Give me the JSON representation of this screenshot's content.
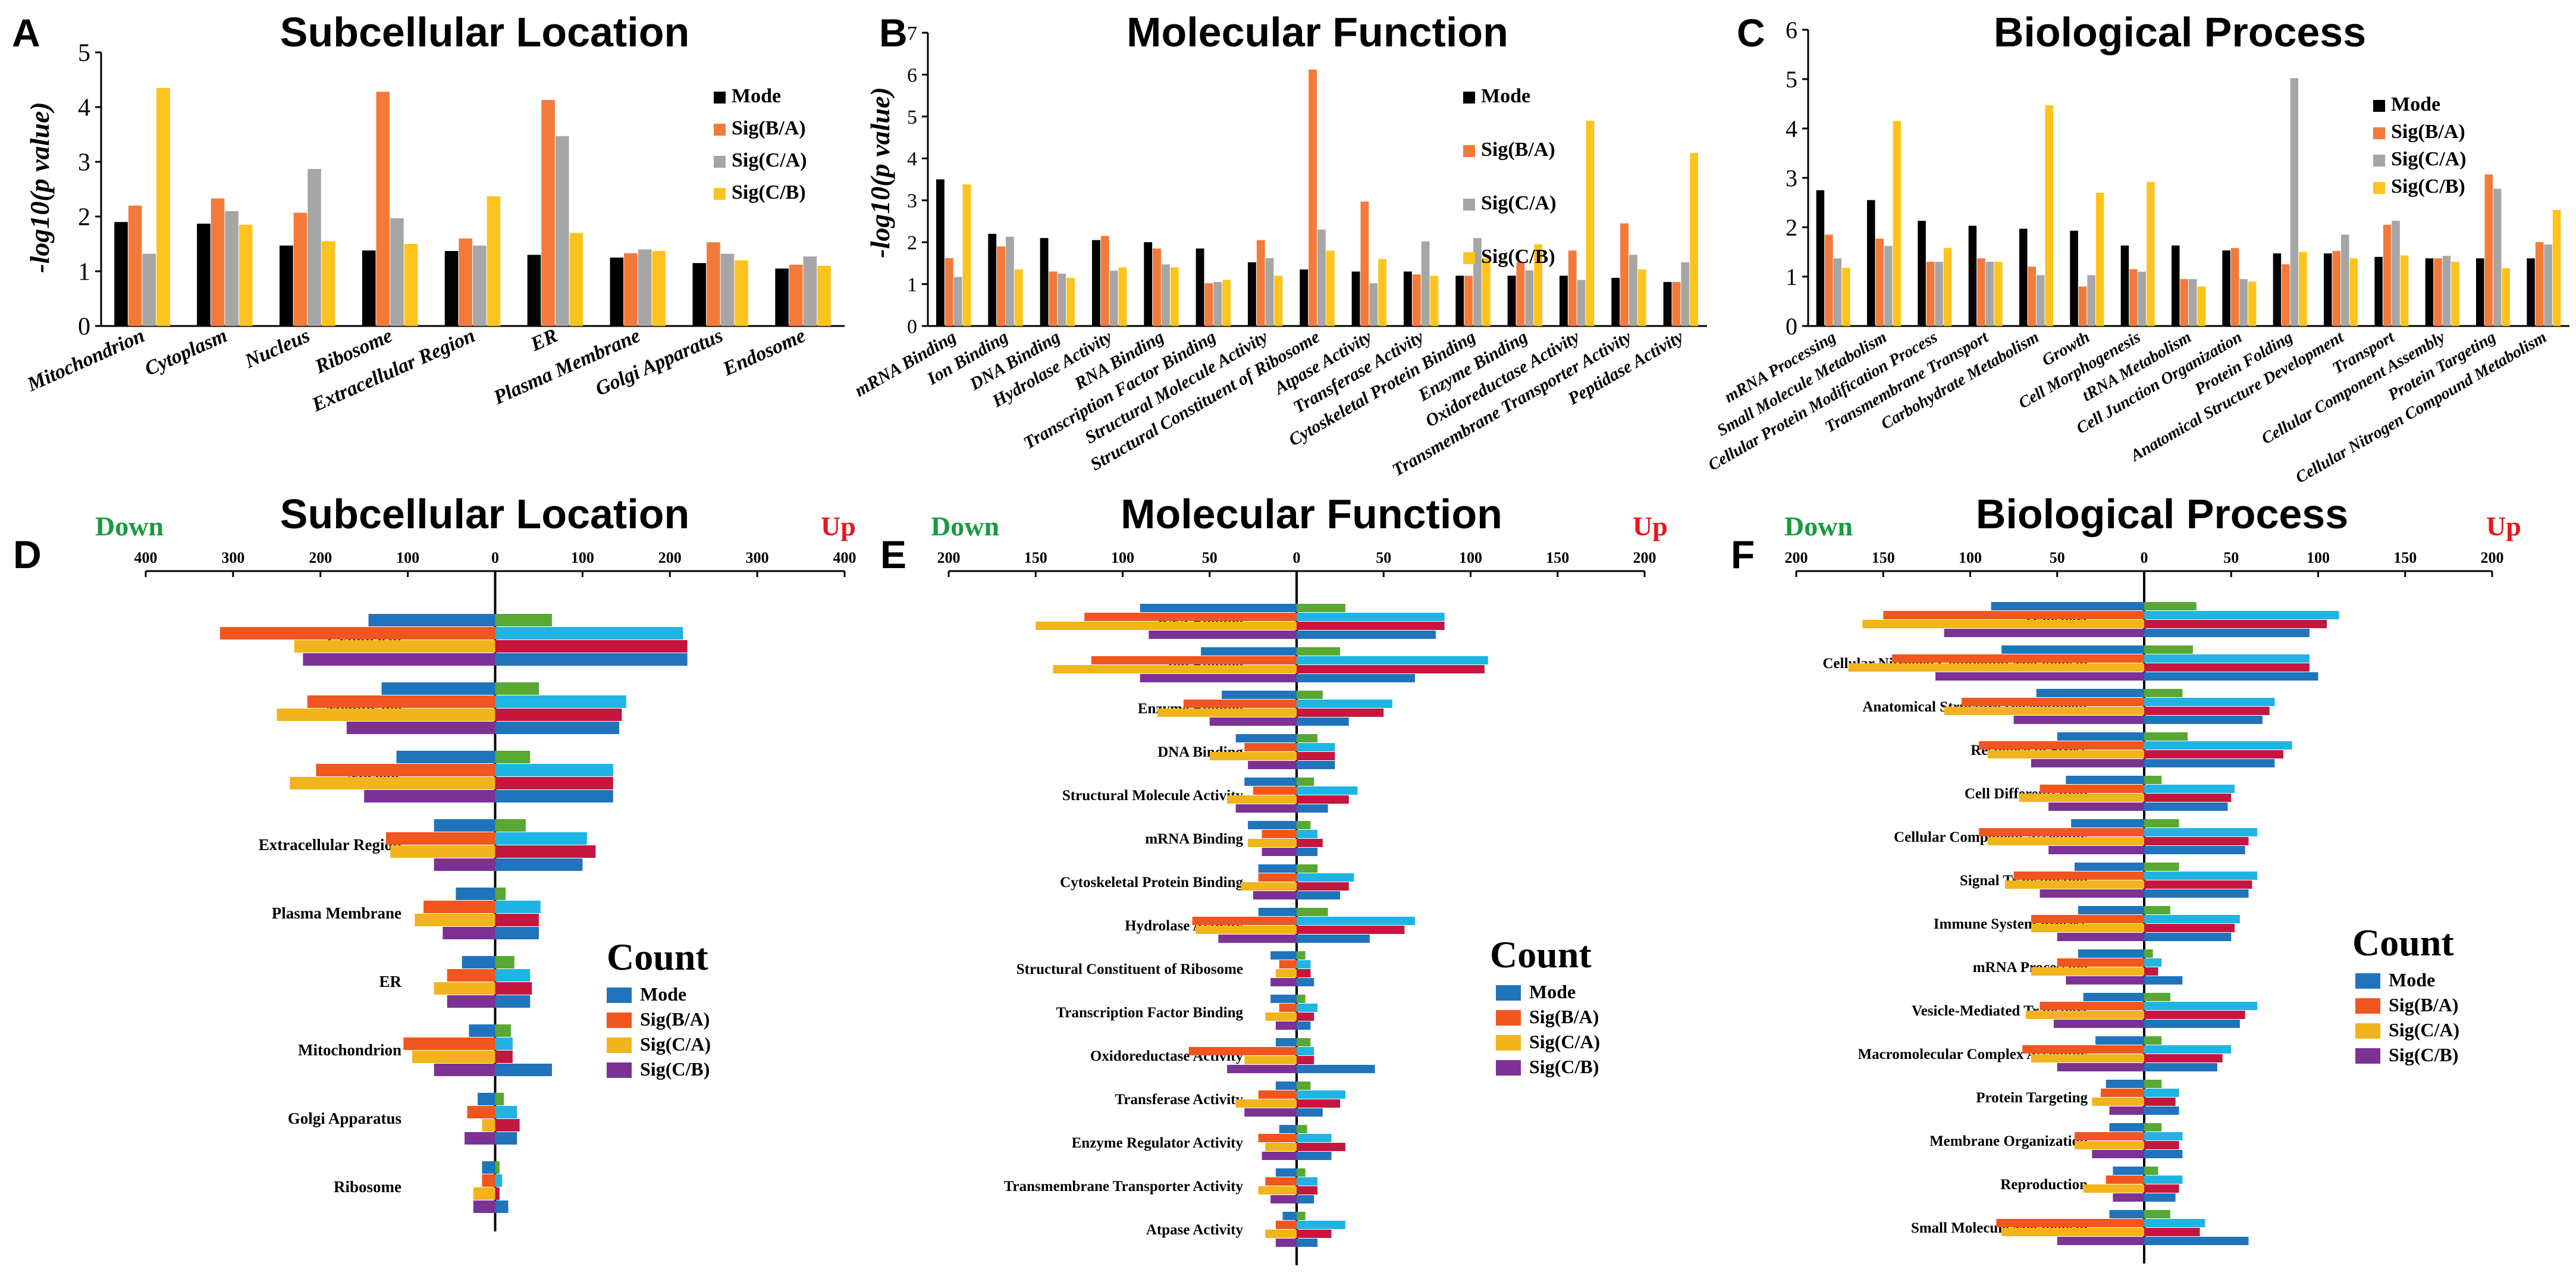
{
  "colors": {
    "top": {
      "Mode": "#000000",
      "Sig(B/A)": "#F47A3A",
      "Sig(C/A)": "#A6A6A6",
      "Sig(C/B)": "#FFC31E"
    },
    "bottom": {
      "Mode": "#1F74BC",
      "Sig(B/A)": "#F0561E",
      "Sig(C/A)": "#F2B41C",
      "Sig(C/B)": "#7B3294"
    },
    "up_small": {
      "Mode": "#58A833",
      "Sig(B/A)": "#1FB4E4",
      "Sig(C/A)": "#C4163F",
      "Sig(C/B)": "#1F74BC"
    },
    "down_label": "#179B3F",
    "up_label": "#E8161B"
  },
  "chart_data": [
    {
      "panel": "A",
      "type": "bar",
      "title": "Subcellular Location",
      "ylabel": "-log10(p value)",
      "ylim": [
        0,
        5
      ],
      "yticks": [
        "0",
        "1",
        "2",
        "3",
        "4",
        "5"
      ],
      "categories": [
        "Mitochondrion",
        "Cytoplasm",
        "Nucleus",
        "Ribosome",
        "Extracellular Region",
        "ER",
        "Plasma Membrane",
        "Golgi Apparatus",
        "Endosome"
      ],
      "series": [
        {
          "name": "Mode",
          "values": [
            1.9,
            1.87,
            1.47,
            1.38,
            1.37,
            1.3,
            1.25,
            1.15,
            1.05
          ]
        },
        {
          "name": "Sig(B/A)",
          "values": [
            2.2,
            2.33,
            2.07,
            4.28,
            1.6,
            4.13,
            1.33,
            1.53,
            1.12
          ]
        },
        {
          "name": "Sig(C/A)",
          "values": [
            1.32,
            2.1,
            2.87,
            1.97,
            1.47,
            3.47,
            1.4,
            1.32,
            1.27
          ]
        },
        {
          "name": "Sig(C/B)",
          "values": [
            4.35,
            1.85,
            1.55,
            1.5,
            2.37,
            1.7,
            1.37,
            1.2,
            1.1
          ]
        }
      ],
      "legend": [
        "Mode",
        "Sig(B/A)",
        "Sig(C/A)",
        "Sig(C/B)"
      ]
    },
    {
      "panel": "B",
      "type": "bar",
      "title": "Molecular Function",
      "ylabel": "-log10(p value)",
      "ylim": [
        0,
        7
      ],
      "yticks": [
        "0",
        "1",
        "2",
        "3",
        "4",
        "5",
        "6",
        "7"
      ],
      "categories": [
        "mRNA Binding",
        "Ion Binding",
        "DNA Binding",
        "Hydrolase Activity",
        "RNA Binding",
        "Transcription Factor Binding",
        "Structural Molecule Activity",
        "Structural Constituent of Ribosome",
        "Atpase Activity",
        "Transferase Activity",
        "Cytoskeletal Protein Binding",
        "Enzyme Binding",
        "Oxidoreductase Activity",
        "Transmembrane Transporter Activity",
        "Peptidase Activity"
      ],
      "series": [
        {
          "name": "Mode",
          "values": [
            3.5,
            2.2,
            2.1,
            2.05,
            2.0,
            1.85,
            1.52,
            1.35,
            1.3,
            1.3,
            1.2,
            1.2,
            1.2,
            1.15,
            1.05
          ]
        },
        {
          "name": "Sig(B/A)",
          "values": [
            1.62,
            1.9,
            1.3,
            2.15,
            1.85,
            1.02,
            2.05,
            6.12,
            2.97,
            1.23,
            1.2,
            1.52,
            1.8,
            2.45,
            1.05
          ]
        },
        {
          "name": "Sig(C/A)",
          "values": [
            1.17,
            2.13,
            1.25,
            1.32,
            1.47,
            1.05,
            1.62,
            2.3,
            1.02,
            2.02,
            2.1,
            1.33,
            1.1,
            1.7,
            1.52
          ]
        },
        {
          "name": "Sig(C/B)",
          "values": [
            3.38,
            1.35,
            1.15,
            1.4,
            1.4,
            1.1,
            1.2,
            1.8,
            1.6,
            1.2,
            1.62,
            1.95,
            4.9,
            1.35,
            4.13
          ]
        }
      ],
      "legend": [
        "Mode",
        "Sig(B/A)",
        "Sig(C/A)",
        "Sig(C/B)"
      ]
    },
    {
      "panel": "C",
      "type": "bar",
      "title": "Biological Process",
      "ylabel": "",
      "ylim": [
        0,
        6
      ],
      "yticks": [
        "0",
        "1",
        "2",
        "3",
        "4",
        "5",
        "6"
      ],
      "categories": [
        "mRNA Processing",
        "Small Molecule Metabolism",
        "Cellular Protein Modification Process",
        "Transmembrane Transport",
        "Carbohydrate Metabolism",
        "Growth",
        "Cell Morphogenesis",
        "tRNA Metabolism",
        "Cell Junction Organization",
        "Protein Folding",
        "Anatomical Structure Development",
        "Transport",
        "Cellular Component Assembly",
        "Protein Targeting",
        "Cellular Nitrogen Compound Metabolism"
      ],
      "series": [
        {
          "name": "Mode",
          "values": [
            2.75,
            2.55,
            2.13,
            2.03,
            1.97,
            1.93,
            1.63,
            1.63,
            1.53,
            1.47,
            1.47,
            1.4,
            1.37,
            1.37,
            1.37
          ]
        },
        {
          "name": "Sig(B/A)",
          "values": [
            1.85,
            1.77,
            1.3,
            1.37,
            1.2,
            0.8,
            1.15,
            0.95,
            1.58,
            1.25,
            1.52,
            2.05,
            1.37,
            3.07,
            1.7
          ]
        },
        {
          "name": "Sig(C/A)",
          "values": [
            1.37,
            1.62,
            1.3,
            1.3,
            1.03,
            1.03,
            1.1,
            0.95,
            0.95,
            5.02,
            1.85,
            2.13,
            1.42,
            2.78,
            1.65
          ]
        },
        {
          "name": "Sig(C/B)",
          "values": [
            1.18,
            4.15,
            1.58,
            1.3,
            4.47,
            2.7,
            2.92,
            0.8,
            0.9,
            1.5,
            1.37,
            1.43,
            1.3,
            1.17,
            2.35
          ]
        }
      ],
      "legend": [
        "Mode",
        "Sig(B/A)",
        "Sig(C/A)",
        "Sig(C/B)"
      ]
    },
    {
      "panel": "D",
      "type": "bar",
      "orientation": "horizontal",
      "title": "Subcellular Location",
      "xlim": [
        -400,
        400
      ],
      "xticks": [
        "400",
        "300",
        "200",
        "100",
        "0",
        "100",
        "200",
        "300",
        "400"
      ],
      "left_label": "Down",
      "right_label": "Up",
      "legend_title": "Count",
      "categories": [
        "Cytoplasm",
        "Membrane",
        "Nucleus",
        "Extracellular Region",
        "Plasma Membrane",
        "ER",
        "Mitochondrion",
        "Golgi Apparatus",
        "Ribosome"
      ],
      "down_series": [
        {
          "name": "Mode",
          "values": [
            145,
            130,
            113,
            70,
            45,
            38,
            30,
            20,
            15
          ]
        },
        {
          "name": "Sig(B/A)",
          "values": [
            315,
            215,
            205,
            125,
            82,
            55,
            105,
            32,
            15
          ]
        },
        {
          "name": "Sig(C/A)",
          "values": [
            230,
            250,
            235,
            120,
            92,
            70,
            95,
            15,
            25
          ]
        },
        {
          "name": "Sig(C/B)",
          "values": [
            220,
            170,
            150,
            70,
            60,
            55,
            70,
            35,
            25
          ]
        }
      ],
      "up_series": [
        {
          "name": "Mode",
          "values": [
            65,
            50,
            40,
            35,
            12,
            22,
            18,
            10,
            5
          ]
        },
        {
          "name": "Sig(B/A)",
          "values": [
            215,
            150,
            135,
            105,
            52,
            40,
            20,
            25,
            8
          ]
        },
        {
          "name": "Sig(C/A)",
          "values": [
            220,
            145,
            135,
            115,
            50,
            42,
            20,
            28,
            5
          ]
        },
        {
          "name": "Sig(C/B)",
          "values": [
            220,
            142,
            135,
            100,
            50,
            40,
            65,
            25,
            15
          ]
        }
      ],
      "legend": [
        "Mode",
        "Sig(B/A)",
        "Sig(C/A)",
        "Sig(C/B)"
      ]
    },
    {
      "panel": "E",
      "type": "bar",
      "orientation": "horizontal",
      "title": "Molecular Function",
      "xlim": [
        -200,
        200
      ],
      "xticks": [
        "200",
        "150",
        "100",
        "50",
        "0",
        "50",
        "100",
        "150",
        "200"
      ],
      "left_label": "Down",
      "right_label": "Up",
      "legend_title": "Count",
      "categories": [
        "RNA Binding",
        "Ion Binding",
        "Enzyme Binding",
        "DNA Binding",
        "Structural Molecule Activity",
        "mRNA Binding",
        "Cytoskeletal Protein Binding",
        "Hydrolase Activity",
        "Structural Constituent of Ribosome",
        "Transcription Factor Binding",
        "Oxidoreductase Activity",
        "Transferase Activity",
        "Enzyme Regulator Activity",
        "Transmembrane Transporter Activity",
        "Atpase Activity"
      ],
      "down_series": [
        {
          "name": "Mode",
          "values": [
            90,
            55,
            43,
            35,
            30,
            28,
            22,
            22,
            15,
            15,
            12,
            12,
            10,
            12,
            8
          ]
        },
        {
          "name": "Sig(B/A)",
          "values": [
            122,
            118,
            65,
            30,
            25,
            20,
            22,
            60,
            10,
            10,
            62,
            22,
            22,
            18,
            12
          ]
        },
        {
          "name": "Sig(C/A)",
          "values": [
            150,
            140,
            80,
            50,
            40,
            28,
            32,
            58,
            12,
            18,
            30,
            35,
            18,
            22,
            18
          ]
        },
        {
          "name": "Sig(C/B)",
          "values": [
            85,
            90,
            50,
            28,
            35,
            20,
            25,
            45,
            15,
            12,
            40,
            30,
            20,
            15,
            12
          ]
        }
      ],
      "up_series": [
        {
          "name": "Mode",
          "values": [
            28,
            25,
            15,
            12,
            10,
            8,
            12,
            18,
            5,
            5,
            8,
            8,
            6,
            5,
            5
          ]
        },
        {
          "name": "Sig(B/A)",
          "values": [
            85,
            110,
            55,
            22,
            35,
            12,
            33,
            68,
            8,
            12,
            10,
            28,
            20,
            12,
            28
          ]
        },
        {
          "name": "Sig(C/A)",
          "values": [
            85,
            108,
            50,
            22,
            30,
            15,
            30,
            62,
            8,
            10,
            10,
            25,
            28,
            12,
            20
          ]
        },
        {
          "name": "Sig(C/B)",
          "values": [
            80,
            68,
            30,
            22,
            18,
            12,
            25,
            42,
            10,
            8,
            45,
            15,
            20,
            10,
            12
          ]
        }
      ],
      "legend": [
        "Mode",
        "Sig(B/A)",
        "Sig(C/A)",
        "Sig(C/B)"
      ]
    },
    {
      "panel": "F",
      "type": "bar",
      "orientation": "horizontal",
      "title": "Biological Process",
      "xlim": [
        -200,
        200
      ],
      "xticks": [
        "200",
        "150",
        "100",
        "50",
        "0",
        "50",
        "100",
        "150",
        "200"
      ],
      "left_label": "Down",
      "right_label": "Up",
      "legend_title": "Count",
      "categories": [
        "Transport",
        "Cellular Nitrogen Compound Metabolism",
        "Anatomical Structure Development",
        "Response to Stress",
        "Cell Differentiation",
        "Cellular Component Assembly",
        "Signal Transduction",
        "Immune System Process",
        "mRNA Processing",
        "Vesicle-Mediated Transport",
        "Macromolecular Complex Assembly",
        "Protein Targeting",
        "Membrane Organization",
        "Reproduction",
        "Small Molecule Metabolism"
      ],
      "down_series": [
        {
          "name": "Mode",
          "values": [
            88,
            82,
            62,
            50,
            45,
            42,
            40,
            38,
            38,
            35,
            28,
            22,
            20,
            18,
            20
          ]
        },
        {
          "name": "Sig(B/A)",
          "values": [
            150,
            145,
            105,
            95,
            60,
            95,
            75,
            65,
            50,
            60,
            70,
            25,
            40,
            22,
            85
          ]
        },
        {
          "name": "Sig(C/A)",
          "values": [
            162,
            170,
            115,
            90,
            72,
            90,
            80,
            65,
            65,
            68,
            65,
            30,
            40,
            35,
            82
          ]
        },
        {
          "name": "Sig(C/B)",
          "values": [
            115,
            120,
            75,
            65,
            55,
            55,
            60,
            50,
            45,
            52,
            50,
            20,
            30,
            18,
            50
          ]
        }
      ],
      "up_series": [
        {
          "name": "Mode",
          "values": [
            30,
            28,
            22,
            25,
            10,
            20,
            20,
            15,
            5,
            15,
            10,
            10,
            10,
            8,
            15
          ]
        },
        {
          "name": "Sig(B/A)",
          "values": [
            112,
            95,
            75,
            85,
            52,
            65,
            65,
            55,
            10,
            65,
            50,
            20,
            22,
            22,
            35
          ]
        },
        {
          "name": "Sig(C/A)",
          "values": [
            105,
            95,
            72,
            80,
            50,
            60,
            62,
            52,
            8,
            58,
            45,
            18,
            20,
            20,
            32
          ]
        },
        {
          "name": "Sig(C/B)",
          "values": [
            95,
            100,
            68,
            75,
            48,
            58,
            60,
            50,
            22,
            55,
            42,
            20,
            22,
            18,
            60
          ]
        }
      ],
      "legend": [
        "Mode",
        "Sig(B/A)",
        "Sig(C/A)",
        "Sig(C/B)"
      ]
    }
  ],
  "panel_letters": {
    "A": "A",
    "B": "B",
    "C": "C",
    "D": "D",
    "E": "E",
    "F": "F"
  }
}
